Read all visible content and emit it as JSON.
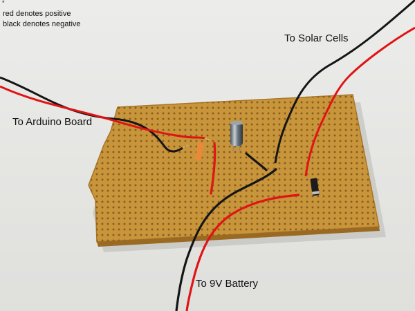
{
  "legend": {
    "mark": "*",
    "line1": "red denotes positive",
    "line2": "black denotes negative"
  },
  "labels": {
    "solar": "To Solar Cells",
    "arduino": "To Arduino Board",
    "battery": "To 9V Battery"
  },
  "colors": {
    "background": "#e9e9e7",
    "board": "#c9953a",
    "wire_red": "#e01414",
    "wire_black": "#151515"
  },
  "icons": {
    "board": "stripboard",
    "capacitor": "electrolytic-capacitor",
    "diode": "diode"
  }
}
